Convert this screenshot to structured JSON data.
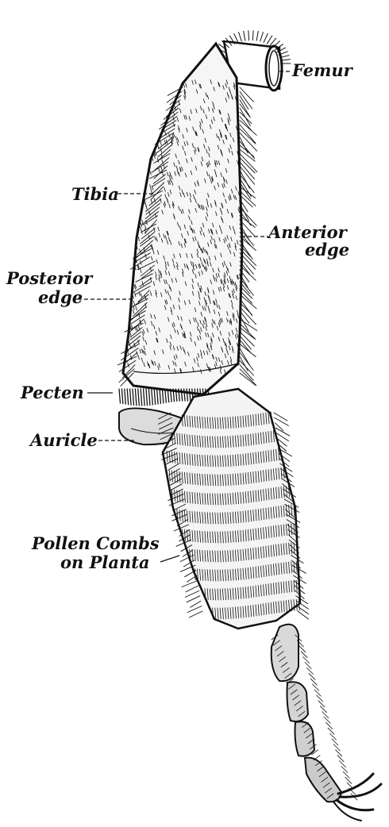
{
  "labels": {
    "femur": "Femur",
    "tibia": "Tibia",
    "anterior_edge_line1": "Anterior",
    "anterior_edge_line2": "edge",
    "posterior_edge_line1": "Posterior",
    "posterior_edge_line2": "edge",
    "pecten": "Pecten",
    "auricle": "Auricle",
    "pollen_combs_line1": "Pollen Combs",
    "pollen_combs_line2": "on Planta"
  },
  "colors": {
    "ink": "#111111",
    "paper": "#ffffff"
  }
}
